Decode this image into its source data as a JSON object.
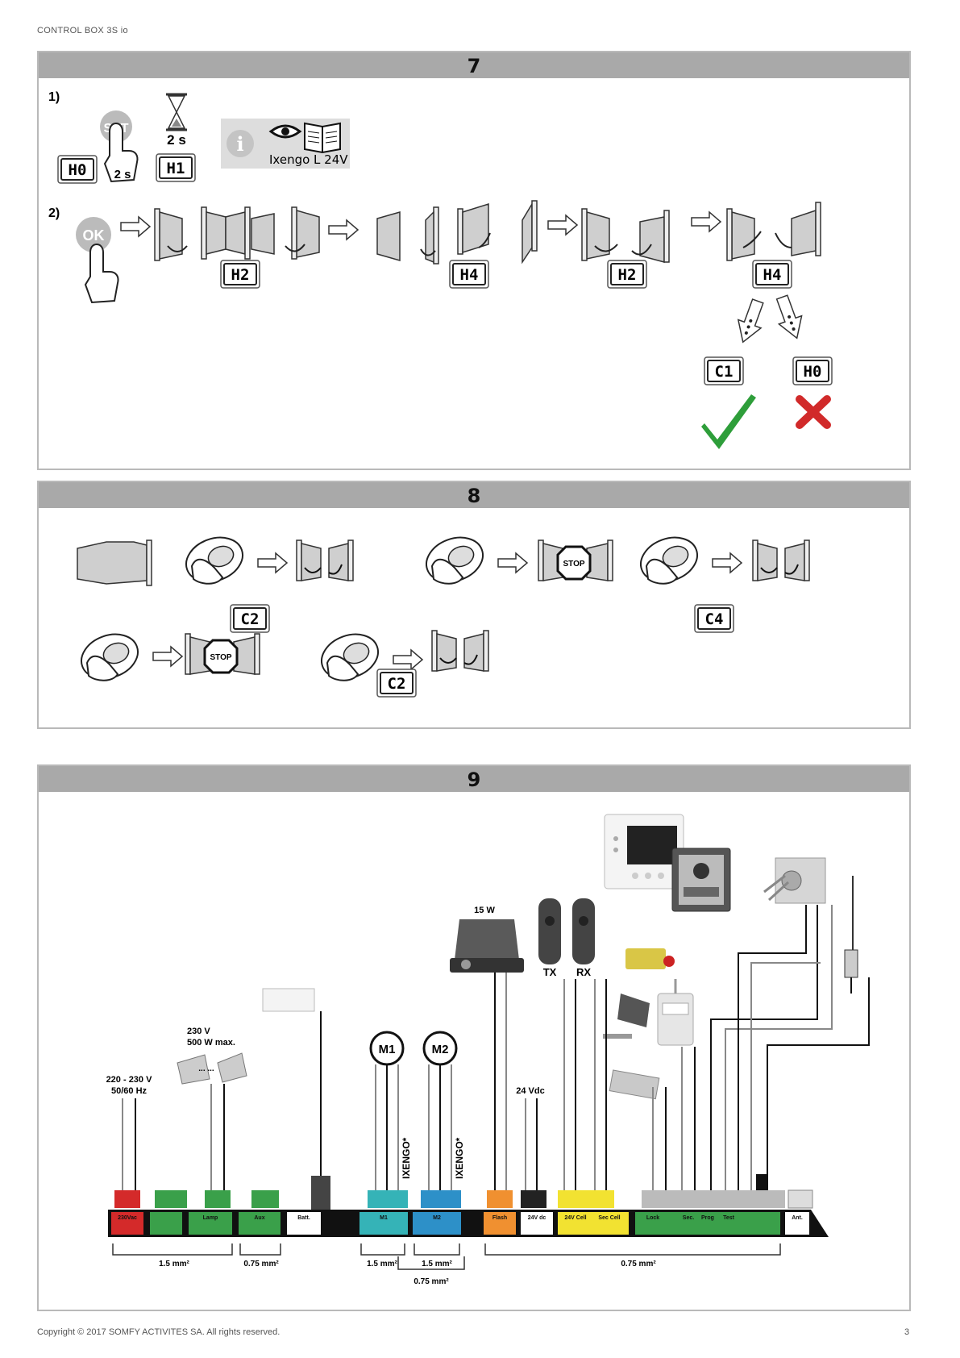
{
  "page": {
    "header": "CONTROL BOX 3S io",
    "footer": "Copyright © 2017 SOMFY ACTIVITES SA. All rights reserved.",
    "page_number": "3"
  },
  "section7": {
    "number": "7",
    "step1": "1)",
    "step2": "2)",
    "set": "SET",
    "ok": "OK",
    "press_time": "2 s",
    "wait_time": "2 s",
    "info_product": "Ixengo L 24V",
    "codes": {
      "h0": "H0",
      "h1": "H1",
      "h2a": "H2",
      "h4a": "H4",
      "h2b": "H2",
      "h4b": "H4",
      "c1": "C1",
      "h0b": "H0"
    }
  },
  "section8": {
    "number": "8",
    "stop": "STOP",
    "codes": {
      "c2a": "C2",
      "c4": "C4",
      "c2b": "C2"
    }
  },
  "section9": {
    "number": "9",
    "flash_power": "15 W",
    "tx": "TX",
    "rx": "RX",
    "lamp_spec_1": "230 V",
    "lamp_spec_2": "500 W max.",
    "mains_1": "220 - 230 V",
    "mains_2": "50/60 Hz",
    "dc": "24 Vdc",
    "m1": "M1",
    "m2": "M2",
    "ixengo": "IXENGO*",
    "lamp_dots": "... ...",
    "blocks": {
      "b230": "230Vac",
      "lamp": "Lamp",
      "aux": "Aux",
      "batt": "Batt.",
      "m1": "M1",
      "m2": "M2",
      "flash": "Flash",
      "dc24": "24V dc",
      "cell": "24V Cell",
      "seccell": "Sec Cell",
      "lock": "Lock",
      "sec": "Sec.",
      "prog": "Prog",
      "test": "Test",
      "ant": "Ant."
    },
    "wires": {
      "w1": "1.5 mm²",
      "w2": "0.75 mm²",
      "w3": "1.5 mm²",
      "w4": "1.5 mm²",
      "w5": "0.75 mm²",
      "w6": "0.75 mm²"
    }
  }
}
